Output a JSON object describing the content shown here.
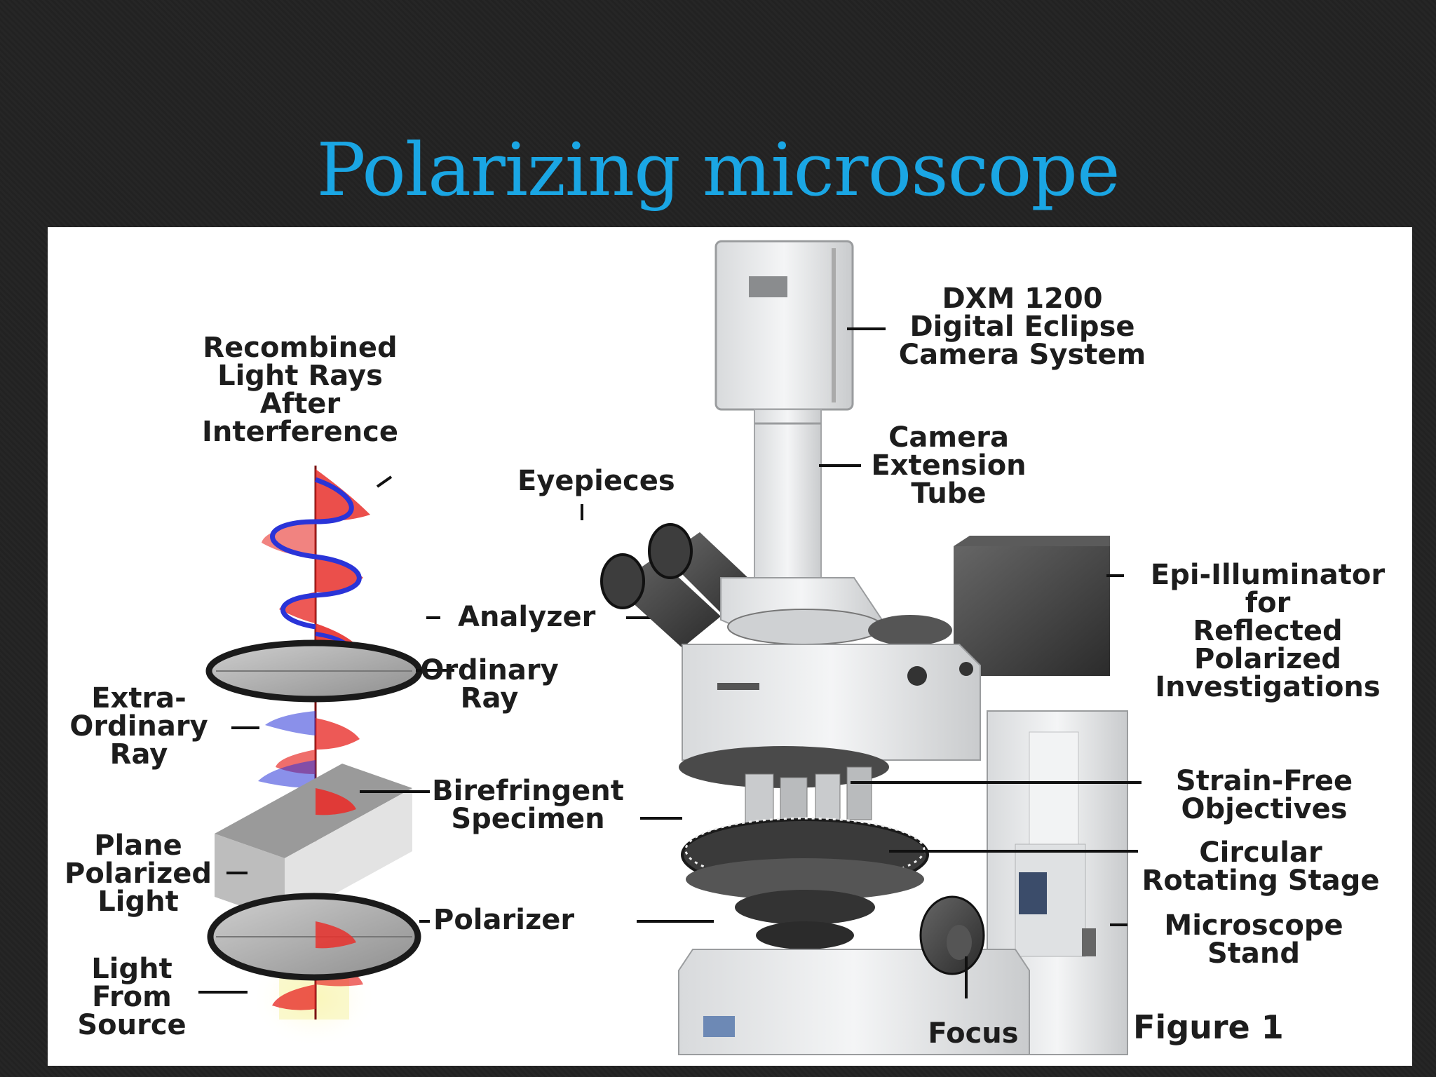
{
  "slide": {
    "title": "Polarizing microscope",
    "title_color": "#1aa6e4",
    "background_color": "#242424"
  },
  "figure": {
    "caption": "Figure 1",
    "optics_labels": {
      "recombined": "Recombined\nLight Rays\nAfter\nInterference",
      "analyzer": "Analyzer",
      "ordinary_ray": "Ordinary\nRay",
      "extraordinary_ray": "Extra-\nOrdinary\nRay",
      "birefringent_specimen": "Birefringent\nSpecimen",
      "plane_polarized": "Plane\nPolarized\nLight",
      "polarizer": "Polarizer",
      "light_source": "Light\nFrom\nSource"
    },
    "microscope_labels": {
      "camera": "DXM 1200\nDigital Eclipse\nCamera System",
      "extension_tube": "Camera\nExtension\nTube",
      "eyepieces": "Eyepieces",
      "epi_illuminator": "Epi-Illuminator\nfor\nReflected\nPolarized\nInvestigations",
      "objectives": "Strain-Free\nObjectives",
      "stage": "Circular\nRotating Stage",
      "stand": "Microscope\nStand",
      "focus": "Focus"
    },
    "colors": {
      "ordinary_wave": "#e8302c",
      "extraordinary_wave": "#2a34d8",
      "plate_fill": "#b9b9b9",
      "microscope_body": "#e9ebec"
    }
  }
}
